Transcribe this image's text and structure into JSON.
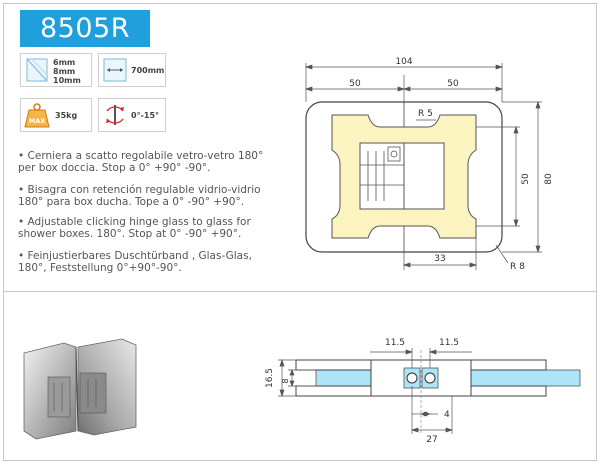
{
  "model": {
    "code": "8505R"
  },
  "specs": {
    "glass_thickness": [
      "6mm",
      "8mm",
      "10mm"
    ],
    "max_width": "700mm",
    "max_label": "MAX",
    "max_weight": "35kg",
    "angle": "0°-15°"
  },
  "descriptions": [
    {
      "text": "• Cerniera a scatto regolabile vetro-vetro 180° per box doccia.  Stop a 0° +90° -90°."
    },
    {
      "text": "• Bisagra con retención regulable vidrio-vidrio 180° para box ducha. Tope a 0° -90° +90°."
    },
    {
      "text": "• Adjustable clicking hinge glass to glass for shower boxes. 180°. Stop at 0° -90° +90°."
    },
    {
      "text": "• Feinjustierbares Duschtürband , Glas-Glas, 180°, Feststellung 0°+90°-90°."
    }
  ],
  "front_drawing": {
    "dim_total_width": "104",
    "dim_left_half": "50",
    "dim_right_half": "50",
    "dim_radius_top": "R 5",
    "dim_inner_height": "50",
    "dim_total_height": "80",
    "dim_bottom_offset": "33",
    "dim_radius_bottom": "R 8"
  },
  "side_drawing": {
    "dim_left_offset": "11.5",
    "dim_right_offset": "11.5",
    "dim_total_thickness": "16.5",
    "dim_glass_thickness": "8",
    "dim_gap": "4",
    "dim_width": "27"
  },
  "colors": {
    "accent": "#1f9fdc",
    "hinge_fill": "#fbf4c0",
    "glass": "#aee4f7"
  }
}
